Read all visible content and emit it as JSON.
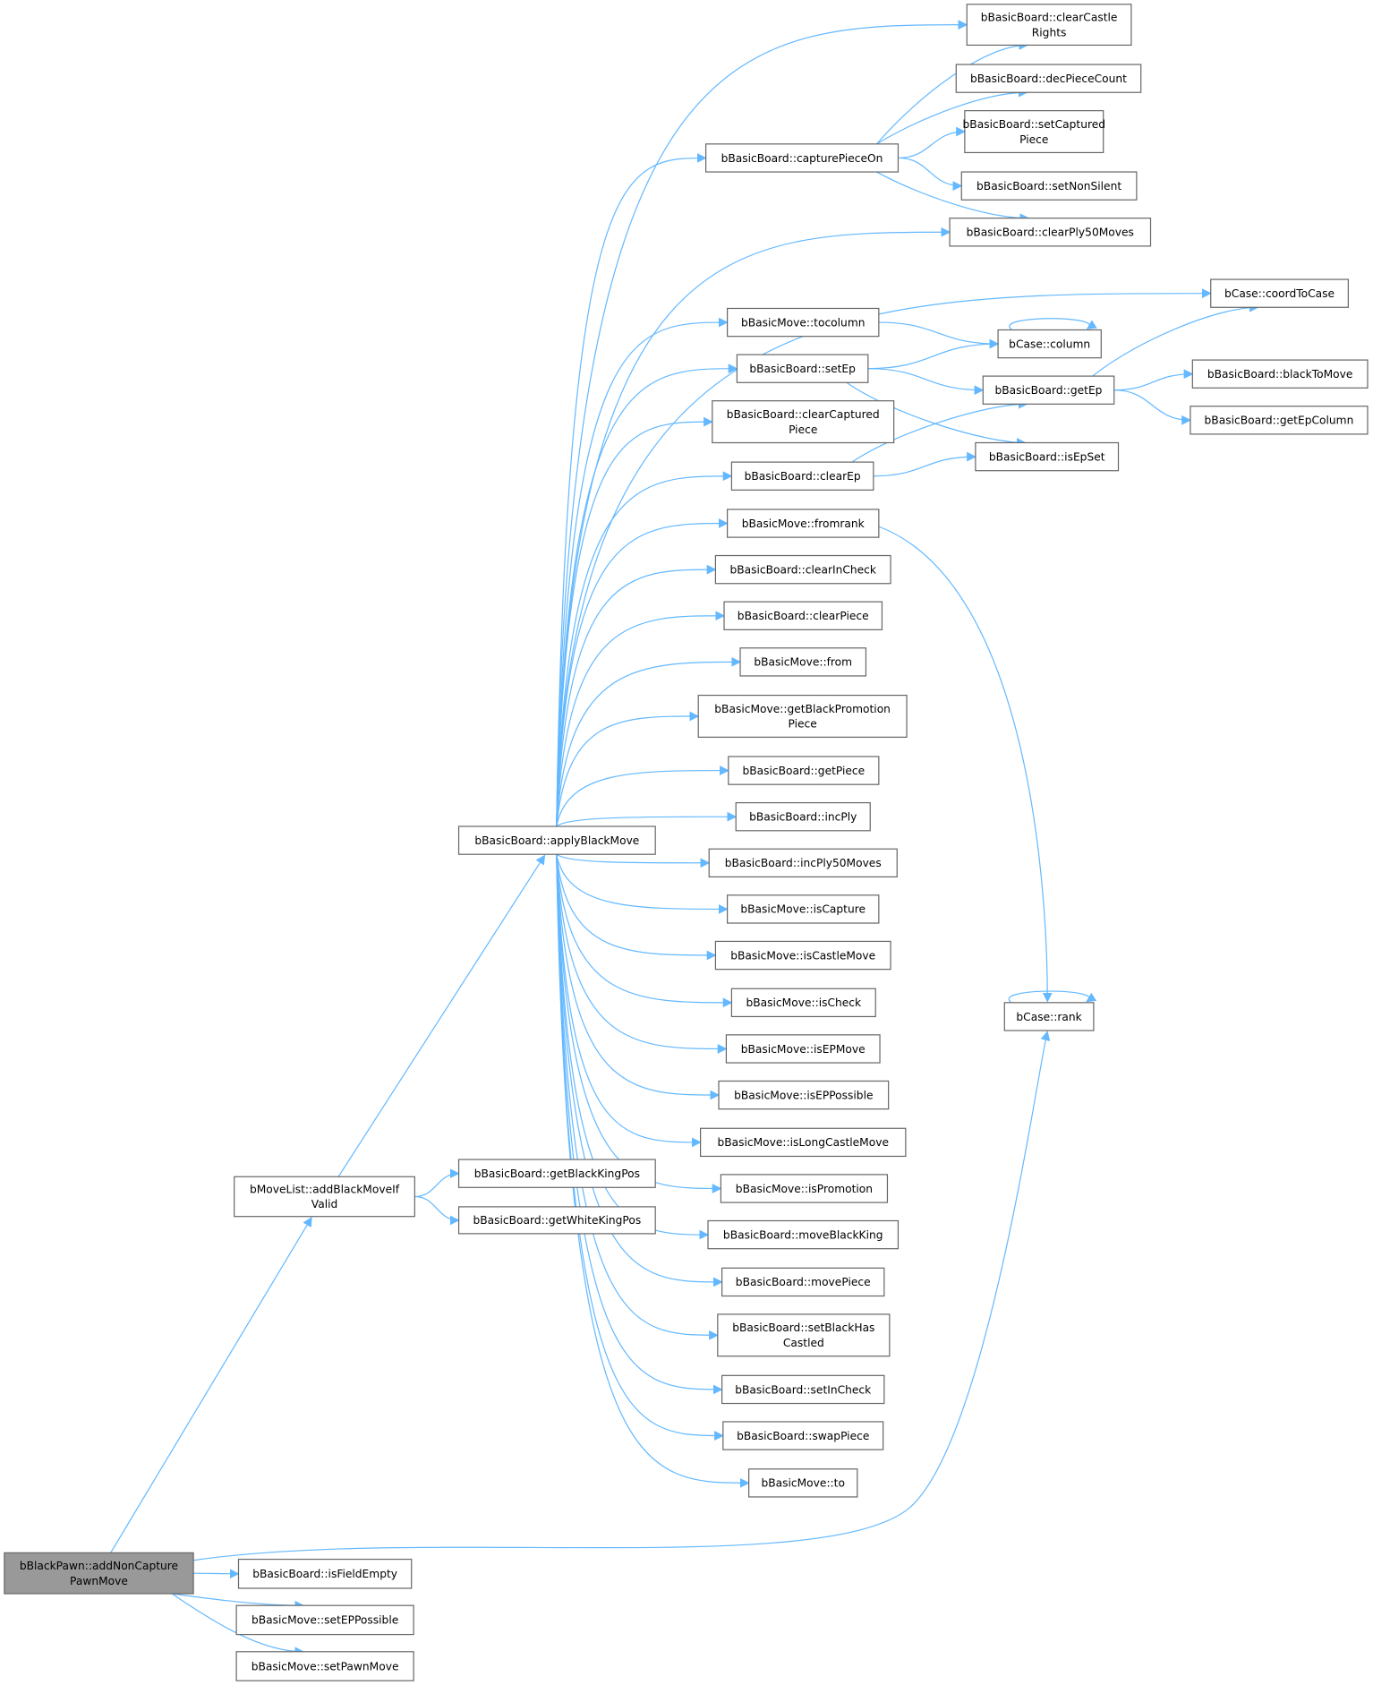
{
  "title": "Call graph of bBlackPawn::addNonCapturePawnMove",
  "colors": {
    "edge": "#63b8ff",
    "root_fill": "#999999",
    "node_border": "#666666"
  },
  "nodes": {
    "root": [
      "bBlackPawn::addNonCapture",
      "PawnMove"
    ],
    "isFieldEmpty": [
      "bBasicBoard::isFieldEmpty"
    ],
    "setEPPossible": [
      "bBasicMove::setEPPossible"
    ],
    "setPawnMove": [
      "bBasicMove::setPawnMove"
    ],
    "addBlackMoveIfValid": [
      "bMoveList::addBlackMoveIf",
      "Valid"
    ],
    "getBlackKingPos": [
      "bBasicBoard::getBlackKingPos"
    ],
    "getWhiteKingPos": [
      "bBasicBoard::getWhiteKingPos"
    ],
    "applyBlackMove": [
      "bBasicBoard::applyBlackMove"
    ],
    "rank": [
      "bCase::rank"
    ],
    "capturePieceOn": [
      "bBasicBoard::capturePieceOn"
    ],
    "tocolumn": [
      "bBasicMove::tocolumn"
    ],
    "setEp": [
      "bBasicBoard::setEp"
    ],
    "clearCapturedPiece": [
      "bBasicBoard::clearCaptured",
      "Piece"
    ],
    "clearEp": [
      "bBasicBoard::clearEp"
    ],
    "fromrank": [
      "bBasicMove::fromrank"
    ],
    "clearInCheck": [
      "bBasicBoard::clearInCheck"
    ],
    "clearPiece": [
      "bBasicBoard::clearPiece"
    ],
    "from": [
      "bBasicMove::from"
    ],
    "getBlackPromotionPiece": [
      "bBasicMove::getBlackPromotion",
      "Piece"
    ],
    "getPiece": [
      "bBasicBoard::getPiece"
    ],
    "incPly": [
      "bBasicBoard::incPly"
    ],
    "incPly50Moves": [
      "bBasicBoard::incPly50Moves"
    ],
    "isCapture": [
      "bBasicMove::isCapture"
    ],
    "isCastleMove": [
      "bBasicMove::isCastleMove"
    ],
    "isCheck": [
      "bBasicMove::isCheck"
    ],
    "isEPMove": [
      "bBasicMove::isEPMove"
    ],
    "isEPPossible": [
      "bBasicMove::isEPPossible"
    ],
    "isLongCastleMove": [
      "bBasicMove::isLongCastleMove"
    ],
    "isPromotion": [
      "bBasicMove::isPromotion"
    ],
    "moveBlackKing": [
      "bBasicBoard::moveBlackKing"
    ],
    "movePiece": [
      "bBasicBoard::movePiece"
    ],
    "setBlackHasCastled": [
      "bBasicBoard::setBlackHas",
      "Castled"
    ],
    "setInCheck": [
      "bBasicBoard::setInCheck"
    ],
    "swapPiece": [
      "bBasicBoard::swapPiece"
    ],
    "to": [
      "bBasicMove::to"
    ],
    "clearCastleRights": [
      "bBasicBoard::clearCastle",
      "Rights"
    ],
    "decPieceCount": [
      "bBasicBoard::decPieceCount"
    ],
    "setCapturedPiece": [
      "bBasicBoard::setCaptured",
      "Piece"
    ],
    "setNonSilent": [
      "bBasicBoard::setNonSilent"
    ],
    "clearPly50Moves": [
      "bBasicBoard::clearPly50Moves"
    ],
    "coordToCase": [
      "bCase::coordToCase"
    ],
    "column": [
      "bCase::column"
    ],
    "getEp": [
      "bBasicBoard::getEp"
    ],
    "blackToMove": [
      "bBasicBoard::blackToMove"
    ],
    "getEpColumn": [
      "bBasicBoard::getEpColumn"
    ],
    "isEpSet": [
      "bBasicBoard::isEpSet"
    ]
  },
  "edges": [
    [
      "root",
      "addBlackMoveIfValid"
    ],
    [
      "root",
      "isFieldEmpty"
    ],
    [
      "root",
      "setEPPossible"
    ],
    [
      "root",
      "setPawnMove"
    ],
    [
      "root",
      "rank"
    ],
    [
      "addBlackMoveIfValid",
      "applyBlackMove"
    ],
    [
      "addBlackMoveIfValid",
      "getBlackKingPos"
    ],
    [
      "addBlackMoveIfValid",
      "getWhiteKingPos"
    ],
    [
      "applyBlackMove",
      "clearCastleRights"
    ],
    [
      "applyBlackMove",
      "capturePieceOn"
    ],
    [
      "applyBlackMove",
      "clearPly50Moves"
    ],
    [
      "applyBlackMove",
      "coordToCase"
    ],
    [
      "applyBlackMove",
      "tocolumn"
    ],
    [
      "applyBlackMove",
      "setEp"
    ],
    [
      "applyBlackMove",
      "clearCapturedPiece"
    ],
    [
      "applyBlackMove",
      "clearEp"
    ],
    [
      "applyBlackMove",
      "fromrank"
    ],
    [
      "applyBlackMove",
      "clearInCheck"
    ],
    [
      "applyBlackMove",
      "clearPiece"
    ],
    [
      "applyBlackMove",
      "from"
    ],
    [
      "applyBlackMove",
      "getBlackPromotionPiece"
    ],
    [
      "applyBlackMove",
      "getPiece"
    ],
    [
      "applyBlackMove",
      "incPly"
    ],
    [
      "applyBlackMove",
      "incPly50Moves"
    ],
    [
      "applyBlackMove",
      "isCapture"
    ],
    [
      "applyBlackMove",
      "isCastleMove"
    ],
    [
      "applyBlackMove",
      "isCheck"
    ],
    [
      "applyBlackMove",
      "isEPMove"
    ],
    [
      "applyBlackMove",
      "isEPPossible"
    ],
    [
      "applyBlackMove",
      "isLongCastleMove"
    ],
    [
      "applyBlackMove",
      "isPromotion"
    ],
    [
      "applyBlackMove",
      "moveBlackKing"
    ],
    [
      "applyBlackMove",
      "movePiece"
    ],
    [
      "applyBlackMove",
      "setBlackHasCastled"
    ],
    [
      "applyBlackMove",
      "setInCheck"
    ],
    [
      "applyBlackMove",
      "swapPiece"
    ],
    [
      "applyBlackMove",
      "to"
    ],
    [
      "capturePieceOn",
      "clearCastleRights"
    ],
    [
      "capturePieceOn",
      "decPieceCount"
    ],
    [
      "capturePieceOn",
      "setCapturedPiece"
    ],
    [
      "capturePieceOn",
      "setNonSilent"
    ],
    [
      "capturePieceOn",
      "clearPly50Moves"
    ],
    [
      "tocolumn",
      "column"
    ],
    [
      "setEp",
      "column"
    ],
    [
      "setEp",
      "getEp"
    ],
    [
      "setEp",
      "isEpSet"
    ],
    [
      "clearEp",
      "getEp"
    ],
    [
      "clearEp",
      "isEpSet"
    ],
    [
      "fromrank",
      "rank"
    ],
    [
      "getEp",
      "coordToCase"
    ],
    [
      "getEp",
      "blackToMove"
    ],
    [
      "getEp",
      "getEpColumn"
    ],
    [
      "column",
      "column"
    ],
    [
      "rank",
      "rank"
    ]
  ]
}
